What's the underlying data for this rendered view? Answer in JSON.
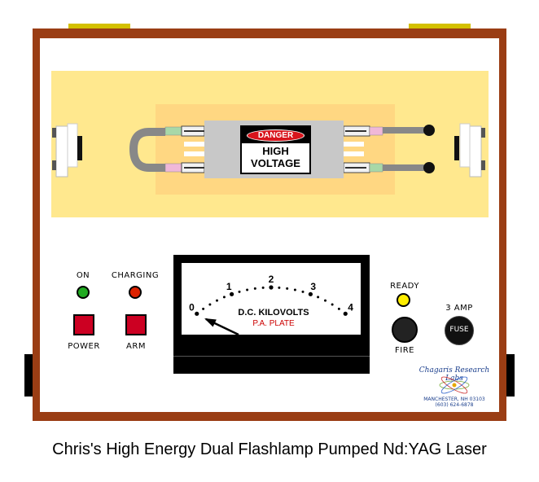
{
  "panel": {
    "danger_sign": {
      "header": "DANGER",
      "line1": "HIGH",
      "line2": "VOLTAGE"
    },
    "indicators": [
      {
        "label": "ON",
        "color": "#22aa22"
      },
      {
        "label": "CHARGING",
        "color": "#dd2200"
      }
    ],
    "switches": [
      {
        "label": "POWER"
      },
      {
        "label": "ARM"
      }
    ],
    "meter": {
      "scale_labels": [
        "0",
        "1",
        "2",
        "3",
        "4"
      ],
      "title": "D.C. KILOVOLTS",
      "subtitle": "P.A. PLATE",
      "needle_value": 0.1
    },
    "ready": {
      "label": "READY",
      "color": "#ffee00"
    },
    "fire": {
      "label": "FIRE"
    },
    "fuse": {
      "top_label": "3 AMP",
      "cap_label": "FUSE"
    },
    "logo": {
      "name": "Chagaris Research Labs",
      "city": "MANCHESTER, NH 03103",
      "phone": "(603) 624-6878"
    }
  },
  "caption": "Chris's High Energy Dual Flashlamp Pumped Nd:YAG Laser",
  "colors": {
    "frame": "#9a3d14",
    "panel": "#ffffff",
    "laser_area": "#ffe88e",
    "pump_area": "#ffd782",
    "handle": "#d4c000",
    "cavity": "#c8c8c8"
  }
}
